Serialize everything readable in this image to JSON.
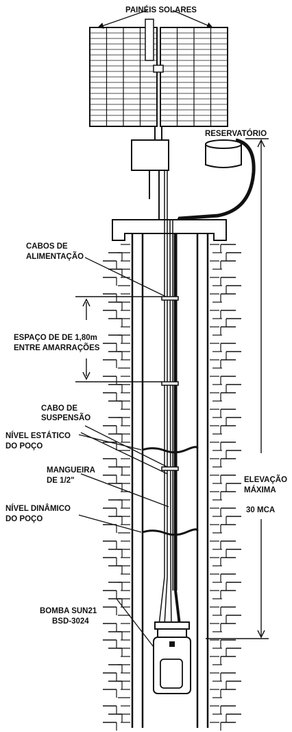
{
  "labels": {
    "solar_panels": "PAINÉIS SOLARES",
    "reservoir": "RESERVATÓRIO",
    "power_cables_1": "CABOS DE",
    "power_cables_2": "ALIMENTAÇÃO",
    "spacing_1": "ESPAÇO DE DE 1,80m",
    "spacing_2": "ENTRE AMARRAÇÕES",
    "suspension_1": "CABO DE",
    "suspension_2": "SUSPENSÃO",
    "static_level_1": "NÍVEL ESTÁTICO",
    "static_level_2": "DO POÇO",
    "hose_1": "MANGUEIRA",
    "hose_2": "DE 1/2\"",
    "elevation_1": "ELEVAÇÃO",
    "elevation_2": "MÁXIMA",
    "elevation_value": "30 MCA",
    "dynamic_level_1": "NÍVEL DINÂMICO",
    "dynamic_level_2": "DO POÇO",
    "pump_1": "BOMBA SUN21",
    "pump_2": "BSD-3024"
  }
}
